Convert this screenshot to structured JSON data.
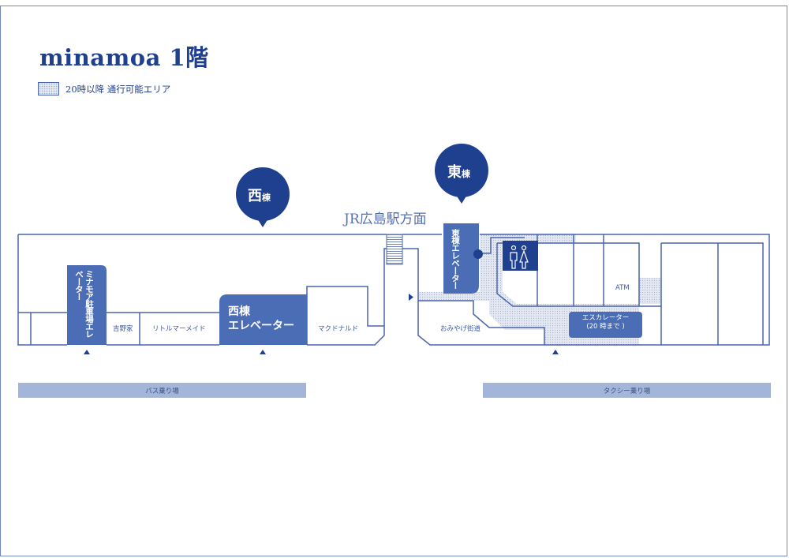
{
  "title": "minamoa 1階",
  "legend": {
    "label": "20時以降 通行可能エリア",
    "pattern_color": "#d9dfec"
  },
  "colors": {
    "brand_dark": "#1f3f8f",
    "elevator_blue": "#4a6db5",
    "line_blue": "#4a64ad",
    "bar_blue": "#a3b5d8"
  },
  "buildings": {
    "west": {
      "main": "西",
      "sub": "棟"
    },
    "east": {
      "main": "東",
      "sub": "棟"
    }
  },
  "direction_label": "JR広島駅方面",
  "elevators": {
    "minamoa_parking": "ミナモア駐車場エレベーター",
    "west": {
      "line1": "西棟",
      "line2": "エレベーター"
    },
    "east": "東棟エレベーター",
    "escalator": {
      "line1": "エスカレーター",
      "line2": "(20 時まで )"
    }
  },
  "shops": {
    "yoshinoya": "吉野家",
    "little_mermaid": "リトルマーメイド",
    "mcdonalds": "マクドナルド",
    "omiyage": "おみやげ街道",
    "atm": "ATM"
  },
  "icons": {
    "restroom": "restroom-icon",
    "entrance_markers": "triangle-up-icon",
    "direction_marker": "triangle-right-icon"
  },
  "bars": {
    "bus": "バス乗り場",
    "taxi": "タクシー乗り場"
  }
}
